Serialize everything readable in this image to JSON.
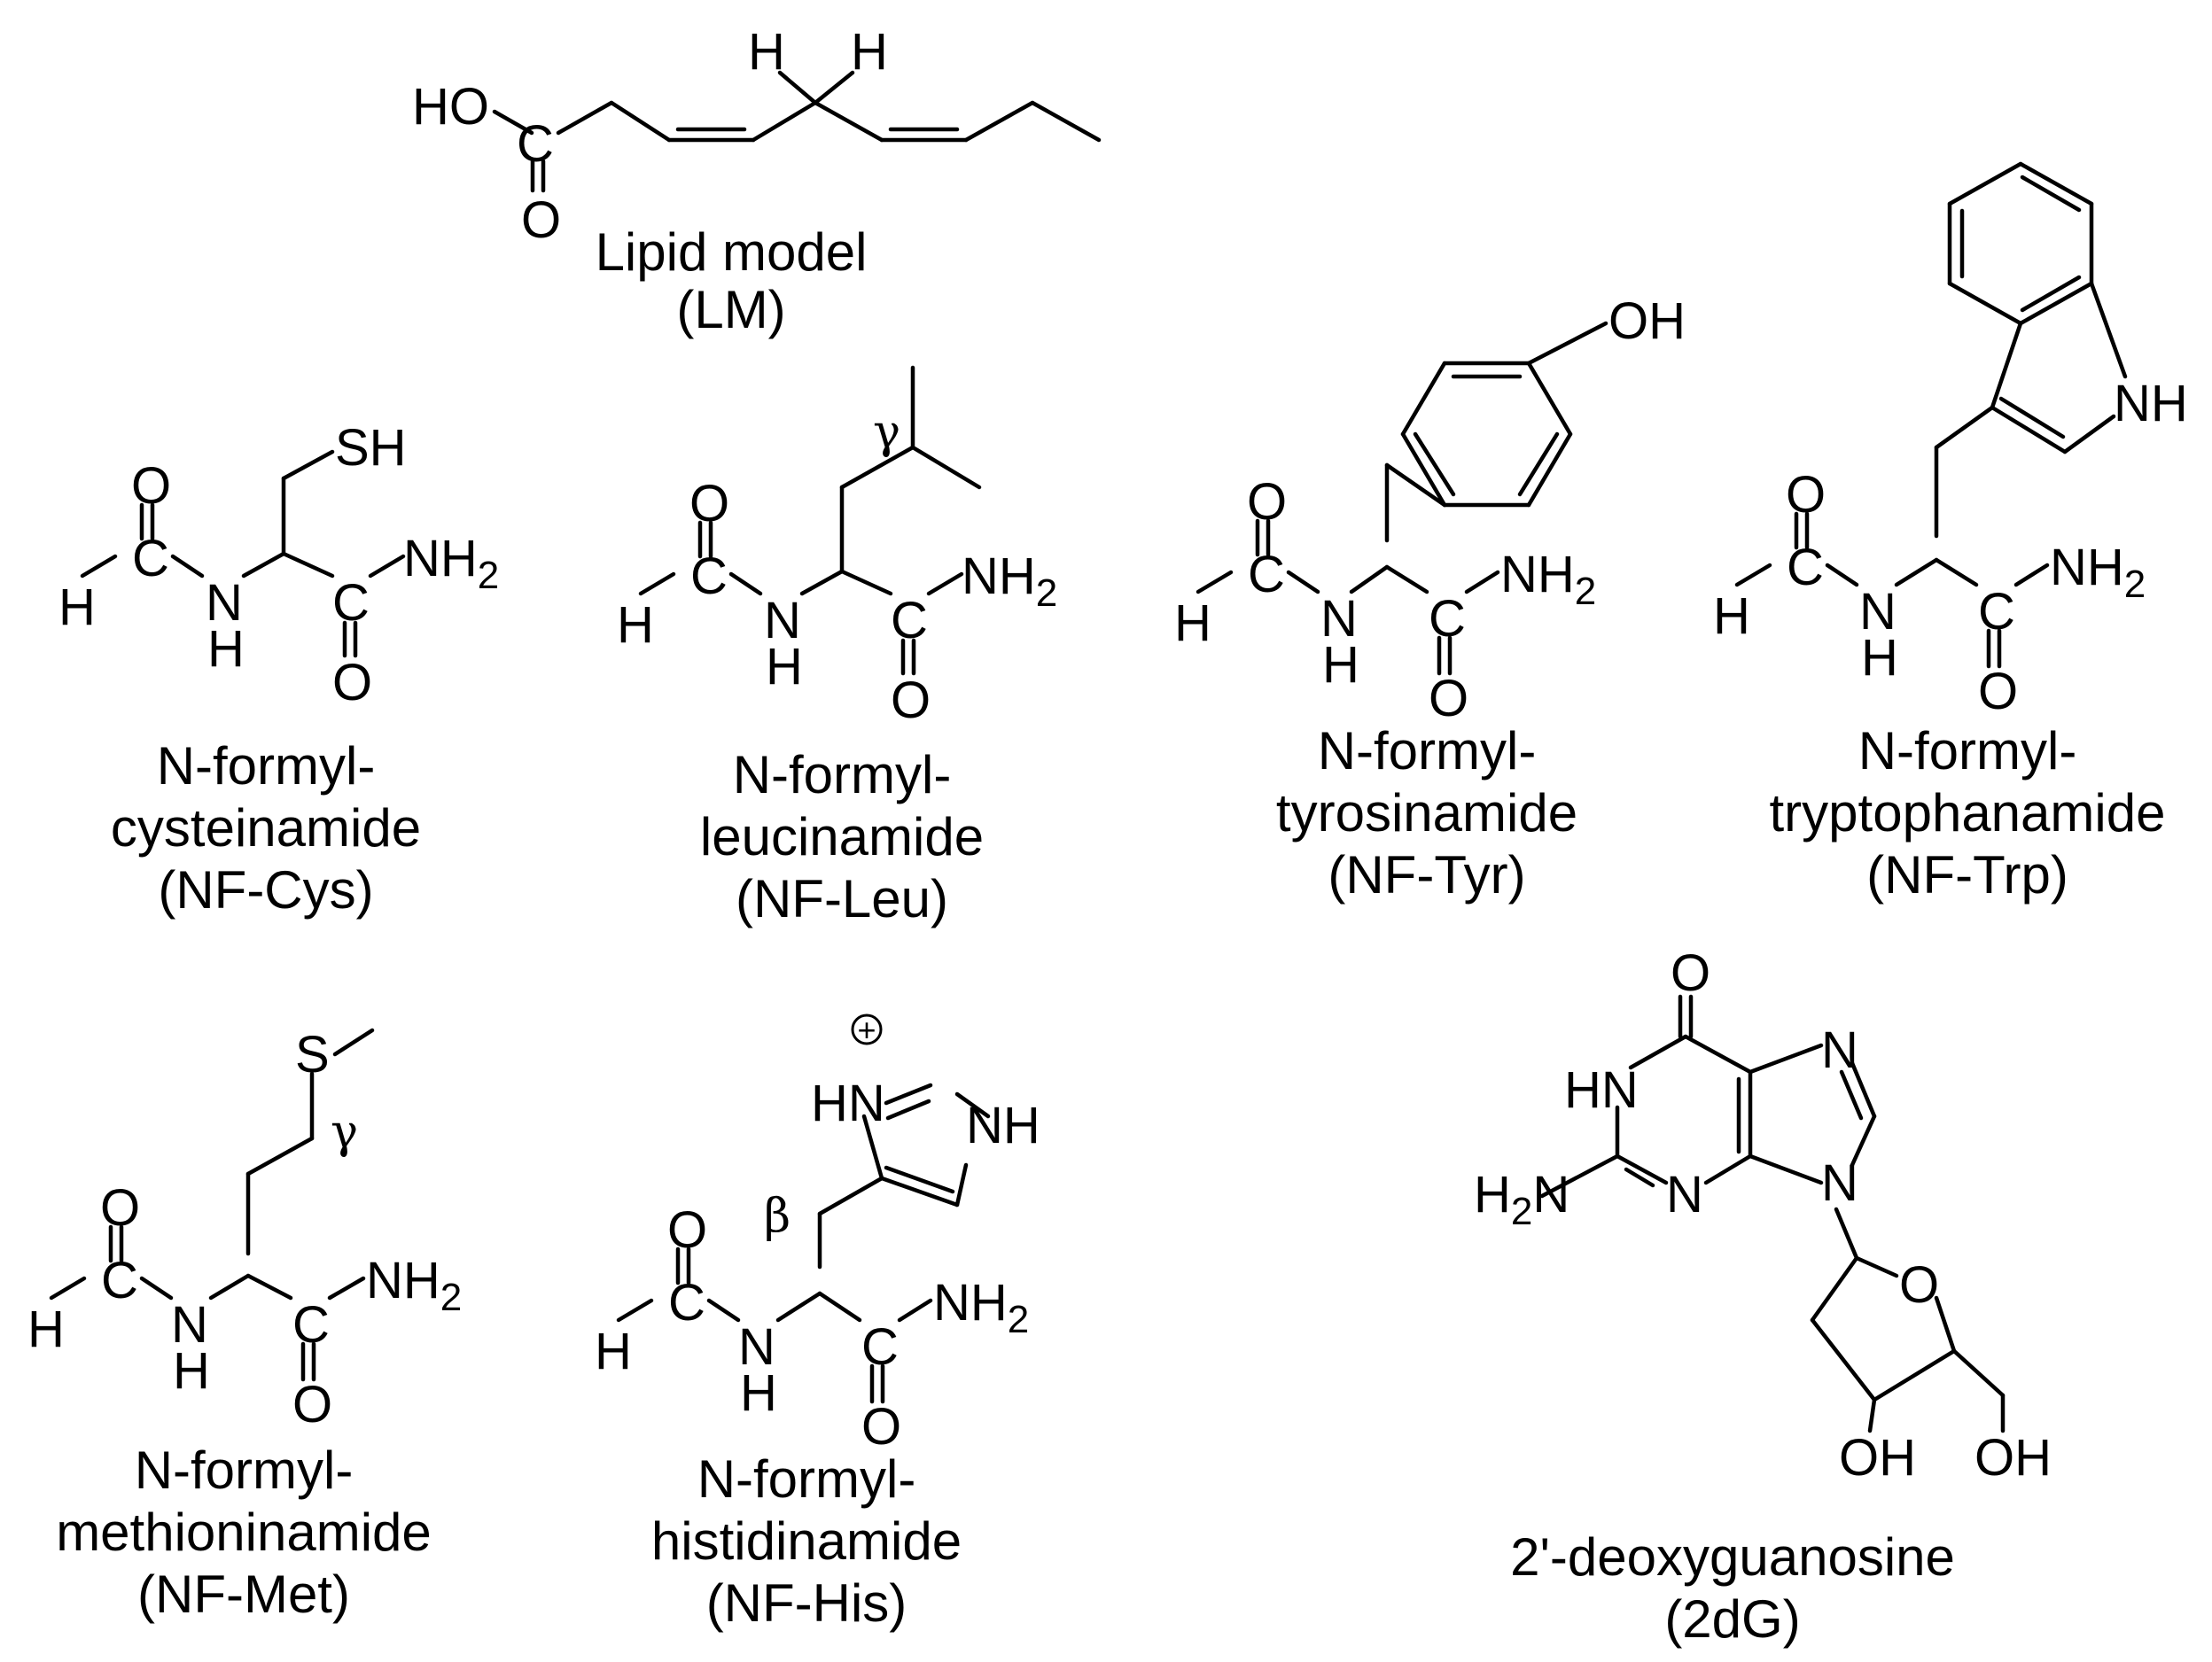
{
  "molecules": {
    "lm": {
      "caption": [
        "Lipid model",
        "(LM)"
      ],
      "atoms": {
        "ho": "HO",
        "c": "C",
        "o": "O",
        "h1": "H",
        "h2": "H"
      }
    },
    "cys": {
      "caption": [
        "N-formyl-",
        "cysteinamide",
        "(NF-Cys)"
      ],
      "atoms": {
        "sh": "SH",
        "o1": "O",
        "h": "H",
        "c1": "C",
        "n": "N",
        "nh": "H",
        "c2": "C",
        "nh2": "NH",
        "nh2_sub": "2",
        "o2": "O"
      }
    },
    "leu": {
      "caption": [
        "N-formyl-",
        "leucinamide",
        "(NF-Leu)"
      ],
      "greek": "γ",
      "atoms": {
        "o1": "O",
        "h": "H",
        "c1": "C",
        "n": "N",
        "nh": "H",
        "c2": "C",
        "nh2": "NH",
        "nh2_sub": "2",
        "o2": "O"
      }
    },
    "tyr": {
      "caption": [
        "N-formyl-",
        "tyrosinamide",
        "(NF-Tyr)"
      ],
      "atoms": {
        "oh": "OH",
        "o1": "O",
        "h": "H",
        "c1": "C",
        "n": "N",
        "nh": "H",
        "c2": "C",
        "nh2": "NH",
        "nh2_sub": "2",
        "o2": "O"
      }
    },
    "trp": {
      "caption": [
        "N-formyl-",
        "tryptophanamide",
        "(NF-Trp)"
      ],
      "atoms": {
        "nh_ring": "NH",
        "o1": "O",
        "h": "H",
        "c1": "C",
        "n": "N",
        "nh": "H",
        "c2": "C",
        "nh2": "NH",
        "nh2_sub": "2",
        "o2": "O"
      }
    },
    "met": {
      "caption": [
        "N-formyl-",
        "methioninamide",
        "(NF-Met)"
      ],
      "greek": "γ",
      "atoms": {
        "s": "S",
        "o1": "O",
        "h": "H",
        "c1": "C",
        "n": "N",
        "nh": "H",
        "c2": "C",
        "nh2": "NH",
        "nh2_sub": "2",
        "o2": "O"
      }
    },
    "his": {
      "caption": [
        "N-formyl-",
        "histidinamide",
        "(NF-His)"
      ],
      "greek": "β",
      "charge": "+",
      "atoms": {
        "hn": "HN",
        "nh_ring": "NH",
        "o1": "O",
        "h": "H",
        "c1": "C",
        "n": "N",
        "nh": "H",
        "c2": "C",
        "nh2": "NH",
        "nh2_sub": "2",
        "o2": "O"
      }
    },
    "dg": {
      "caption": [
        "2'-deoxyguanosine",
        "(2dG)"
      ],
      "atoms": {
        "o_top": "O",
        "hn": "HN",
        "n7": "N",
        "h2n": "H",
        "h2n_sub": "2",
        "h2n_n": "N",
        "n3": "N",
        "n9": "N",
        "o_ring": "O",
        "oh1": "OH",
        "oh2": "OH"
      }
    }
  }
}
